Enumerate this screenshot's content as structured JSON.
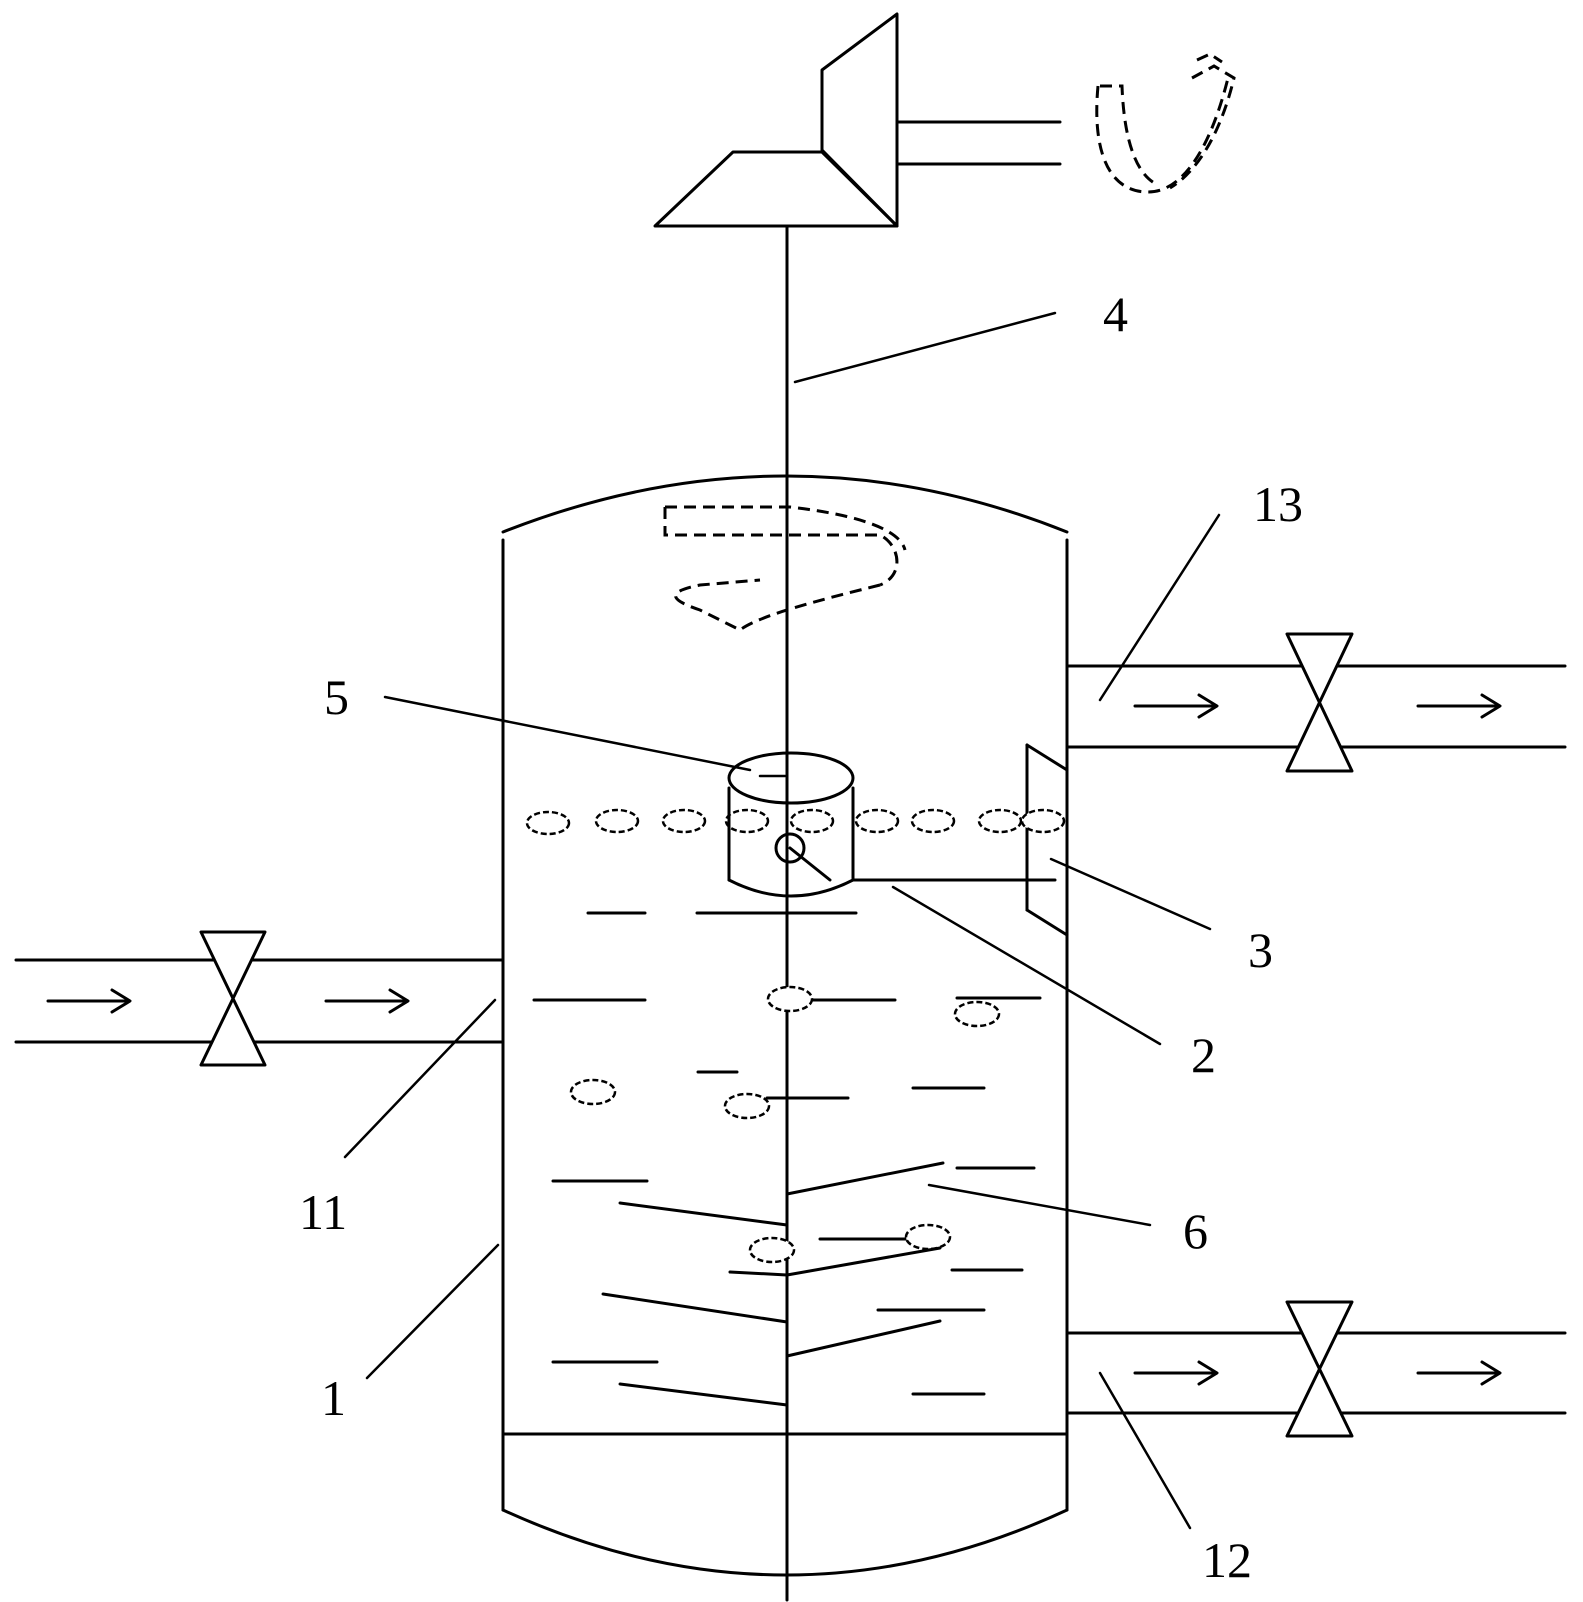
{
  "labels": {
    "vessel": "1",
    "part_2": "2",
    "part_3": "3",
    "shaft": "4",
    "part_5": "5",
    "part_6": "6",
    "inlet_pipe": "11",
    "bottom_outlet": "12",
    "top_outlet": "13"
  },
  "colors": {
    "line": "#000000",
    "background": "#ffffff"
  }
}
